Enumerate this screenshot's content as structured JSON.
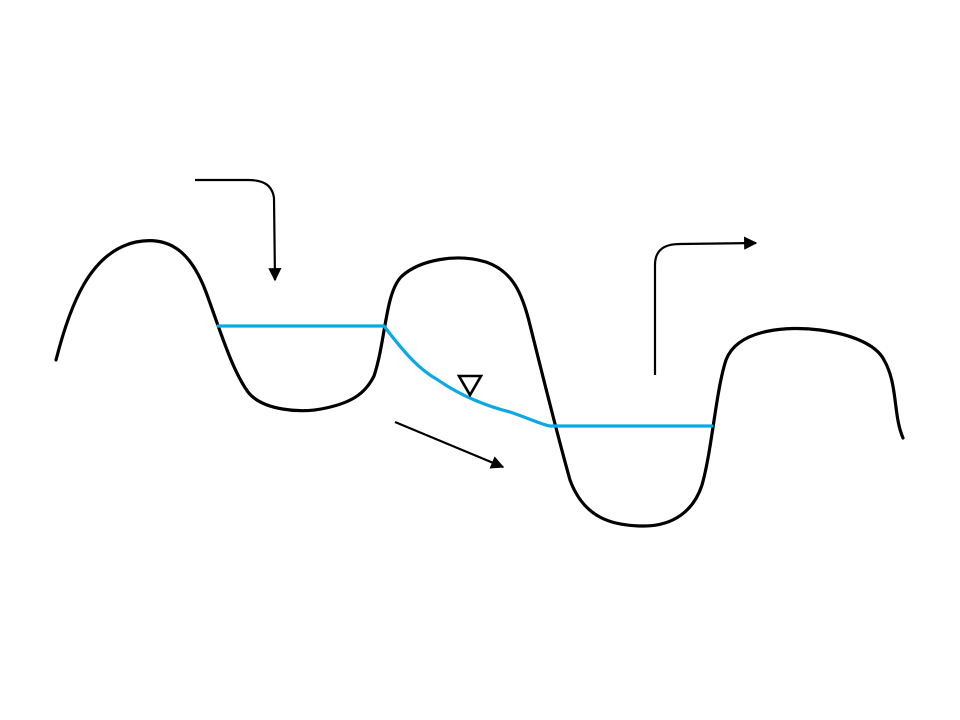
{
  "diagram": {
    "colors": {
      "background": "#ffffff",
      "terrain": "#000000",
      "water": "#0aa9e6",
      "arrow": "#000000",
      "marker": "#000000"
    },
    "elements": {
      "terrain_profile": "terrain-profile",
      "water_surface": "water-surface",
      "inflow_arrow": "inflow-arrow",
      "flow_direction_arrow": "flow-direction-arrow",
      "outflow_arrow": "outflow-arrow",
      "water_level_marker": "water-level-marker"
    },
    "icons": {
      "water_level_marker": "inverted-triangle-icon"
    }
  }
}
